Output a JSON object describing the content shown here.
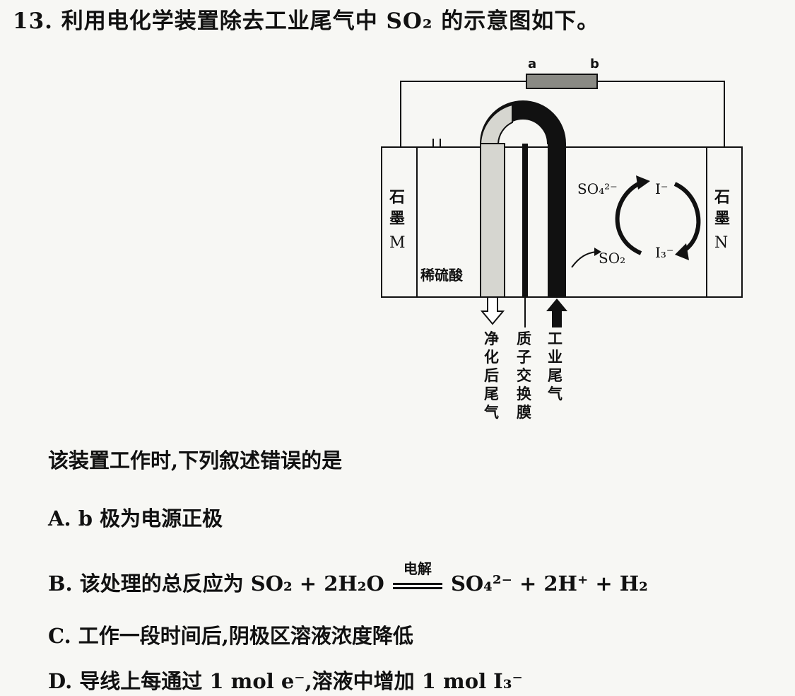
{
  "question": {
    "title": "13. 利用电化学装置除去工业尾气中 SO₂ 的示意图如下。",
    "stem": "该装置工作时,下列叙述错误的是"
  },
  "diagram": {
    "terminal_a": "a",
    "terminal_b": "b",
    "electrode_left_lines": [
      "石",
      "墨",
      "M"
    ],
    "electrode_right_lines": [
      "石",
      "墨",
      "N"
    ],
    "left_solution": "稀硫酸",
    "ion_so4": "SO₄²⁻",
    "ion_i": "I⁻",
    "ion_i3": "I₃⁻",
    "ion_so2": "SO₂",
    "label_purified_lines": [
      "净",
      "化",
      "后",
      "尾",
      "气"
    ],
    "label_membrane_lines": [
      "质",
      "子",
      "交",
      "换",
      "膜"
    ],
    "label_exhaust_lines": [
      "工",
      "业",
      "尾",
      "气"
    ]
  },
  "options": {
    "a": "A. b 极为电源正极",
    "b_prefix": "B. 该处理的总反应为 SO₂ + 2H₂O",
    "b_condition": "电解",
    "b_suffix": "SO₄²⁻ + 2H⁺ + H₂",
    "c": "C. 工作一段时间后,阴极区溶液浓度降低",
    "d": "D. 导线上每通过 1 mol e⁻,溶液中增加 1 mol I₃⁻"
  },
  "colors": {
    "ink": "#111111",
    "background": "#f7f7f4",
    "tube_fill": "#d6d6d0",
    "power_source": "#8a8a84"
  }
}
